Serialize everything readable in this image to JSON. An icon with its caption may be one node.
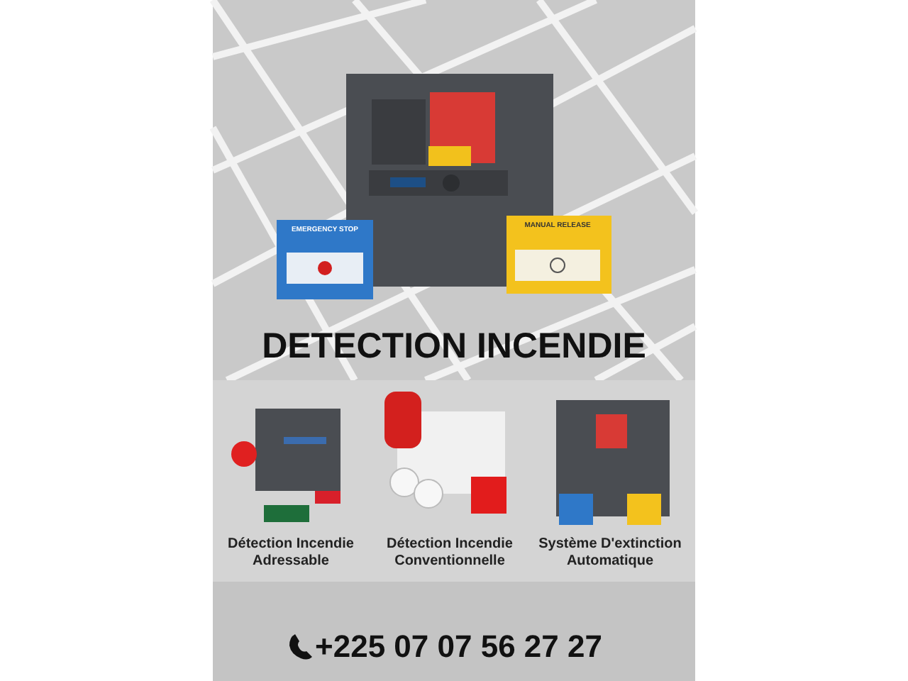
{
  "diagram": {
    "title": "DETECTION INCENDIE",
    "labels": [
      "EMERGENCY STOP",
      "MANUAL RELEASE",
      "Détection Incendie Adressable",
      "Détection Incendie Conventionnelle",
      "Système D'extinction Automatique",
      "+225 07 07 56 27 27"
    ]
  }
}
